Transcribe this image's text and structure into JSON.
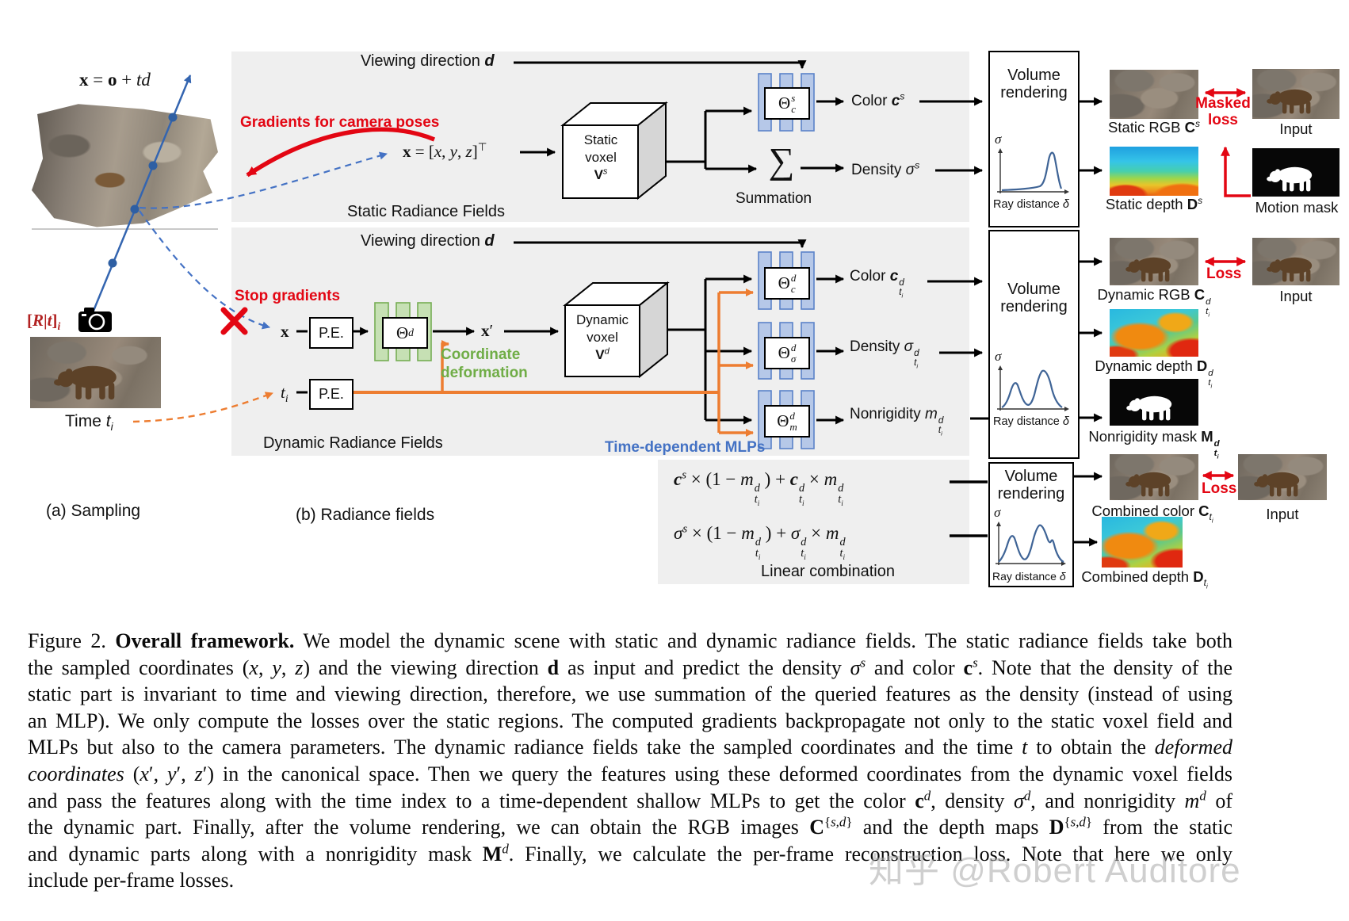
{
  "figure": {
    "sampling": {
      "ray_equation_html": "<b>x</b> = <b>o</b> + <i>td</i>",
      "camera_pose_html": "[<i>R</i>|<i>t</i>]<sub><i>i</i></sub>",
      "time_label_html": "Time <i>t<sub>i</sub></i>",
      "caption_a": "(a) Sampling"
    },
    "static_fields": {
      "panel_label": "Static Radiance Fields",
      "gradients_label": "Gradients for camera poses",
      "point_html": "<b>x</b> = [<i>x</i>, <i>y</i>, <i>z</i>]<sup>&#8868;</sup>",
      "voxel_html": "Static<br>voxel<br><b>V</b><sup><i>s</i></sup>",
      "mlp_color_html": "&Theta;<span class='ss'><span><i>s</i></span><span><i>c</i></span></span>",
      "sum_symbol": "&#8721;",
      "summation_label": "Summation",
      "color_html": "Color <b><i>c</i></b><sup><i>s</i></sup>",
      "density_html": "Density <i>&sigma;</i><sup><i>s</i></sup>"
    },
    "dynamic_fields": {
      "panel_label": "Dynamic Radiance Fields",
      "viewing_direction_html": "Viewing direction <b><i>d</i></b>",
      "stop_gradients_label": "Stop gradients",
      "x_html": "<b>x</b>",
      "t_html": "<i>t<sub>i</sub></i>",
      "pe_label": "P.E.",
      "deform_mlp_html": "&Theta;<sub><i>d</i></sub>",
      "coordinate_deformation_html": "Coordinate<br>deformation",
      "x_prime_html": "<b>x</b>&prime;",
      "voxel_html": "Dynamic<br>voxel<br><b>V</b><sup><i>d</i></sup>",
      "mlp_color_html": "&Theta;<span class='ss'><span><i>d</i></span><span><i>c</i></span></span>",
      "mlp_density_html": "&Theta;<span class='ss'><span><i>d</i></span><span><i>&sigma;</i></span></span>",
      "mlp_nonrigidity_html": "&Theta;<span class='ss'><span><i>d</i></span><span><i>m</i></span></span>",
      "color_html": "Color <b><i>c</i></b><span class='ss'><span><i>d</i></span><span><i>t<sub>i</sub></i></span></span>",
      "density_html": "Density <i>&sigma;</i><span class='ss'><span><i>d</i></span><span><i>t<sub>i</sub></i></span></span>",
      "nonrigidity_html": "Nonrigidity <i>m</i><span class='ss'><span><i>d</i></span><span><i>t<sub>i</sub></i></span></span>",
      "time_mlps_label": "Time-dependent MLPs"
    },
    "combination": {
      "color_formula_html": "<b><i>c</i></b><sup><i>s</i></sup> &times; (1 &minus; <i>m</i><span class='ss'><span><i>d</i></span><span><i>t<sub>i</sub></i></span></span> ) + <b><i>c</i></b><span class='ss'><span><i>d</i></span><span><i>t<sub>i</sub></i></span></span> &times; <i>m</i><span class='ss'><span><i>d</i></span><span><i>t<sub>i</sub></i></span></span>",
      "density_formula_html": "<i>&sigma;</i><sup><i>s</i></sup> &times; (1 &minus; <i>m</i><span class='ss'><span><i>d</i></span><span><i>t<sub>i</sub></i></span></span> ) + <i>&sigma;</i><span class='ss'><span><i>d</i></span><span><i>t<sub>i</sub></i></span></span> &times; <i>m</i><span class='ss'><span><i>d</i></span><span><i>t<sub>i</sub></i></span></span>",
      "label": "Linear combination"
    },
    "volume_rendering": {
      "title": "Volume rendering",
      "sigma_html": "&sigma;",
      "axis_html": "Ray distance <i>&delta;</i>"
    },
    "outputs": {
      "static_rgb_html": "Static RGB <b>C</b><sup><i>s</i></sup>",
      "input_label": "Input",
      "masked_loss_html": "Masked<br>loss",
      "loss_label": "Loss",
      "static_depth_html": "Static depth <b>D</b><sup><i>s</i></sup>",
      "motion_mask_label": "Motion mask",
      "dynamic_rgb_html": "Dynamic RGB <b>C</b><span class='ss'><span><i>d</i></span><span><i>t<sub>i</sub></i></span></span>",
      "dynamic_depth_html": "Dynamic depth <b>D</b><span class='ss'><span><i>d</i></span><span><i>t<sub>i</sub></i></span></span>",
      "nonrigidity_mask_html": "Nonrigidity mask <b>M</b><span class='ss'><span><b><i>d</i></b></span><span><b><i>t<sub>i</sub></i></b></span></span>",
      "combined_color_html": "Combined color <b>C</b><sub><i>t<sub>i</sub></i></sub>",
      "combined_depth_html": "Combined depth <b>D</b><sub><i>t<sub>i</sub></i></sub>",
      "caption_b": "(b) Radiance fields"
    },
    "colors": {
      "accent_red": "#e30613",
      "accent_orange": "#ed7d31",
      "accent_green": "#70ad47",
      "accent_blue": "#4472c4",
      "camera_pose_maroon": "#b22222",
      "mlp_bar_blue": "#b6c8e8",
      "mlp_bar_green": "#c6e0b4",
      "panel_gray": "#efefef"
    }
  },
  "caption": {
    "lines_html": [
      "Figure 2. <b>Overall framework.</b> We model the dynamic scene with static and dynamic radiance fields. The static radiance fields take both",
      "the sampled coordinates (<i>x</i>, <i>y</i>, <i>z</i>) and the viewing direction <b>d</b> as input and predict the density <i>&sigma;</i><sup><i>s</i></sup> and color <b>c</b><sup><i>s</i></sup>. Note that the density of the",
      "static part is invariant to time and viewing direction, therefore, we use summation of the queried features as the density (instead of using",
      "an MLP). We only compute the losses over the static regions. The computed gradients backpropagate not only to the static voxel field and",
      "MLPs but also to the camera parameters. The dynamic radiance fields take the sampled coordinates and the time <i>t</i> to obtain the <i>deformed</i>",
      "<i>coordinates</i> (<i>x</i>&prime;, <i>y</i>&prime;, <i>z</i>&prime;) in the canonical space. Then we query the features using these deformed coordinates from the dynamic voxel fields",
      "and pass the features along with the time index to a time-dependent shallow MLPs to get the color <b>c</b><sup><i>d</i></sup>, density <i>&sigma;</i><sup><i>d</i></sup>, and nonrigidity <i>m</i><sup><i>d</i></sup> of",
      "the dynamic part. Finally, after the volume rendering, we can obtain the RGB images <b>C</b><sup>{<i>s,d</i>}</sup> and the depth maps <b>D</b><sup>{<i>s,d</i>}</sup> from the static",
      "and dynamic parts along with a nonrigidity mask <b>M</b><sup><i>d</i></sup>. Finally, we calculate the per-frame reconstruction loss. Note that here we only",
      "include per-frame losses."
    ]
  },
  "watermark": "知乎 @Robert Auditore"
}
